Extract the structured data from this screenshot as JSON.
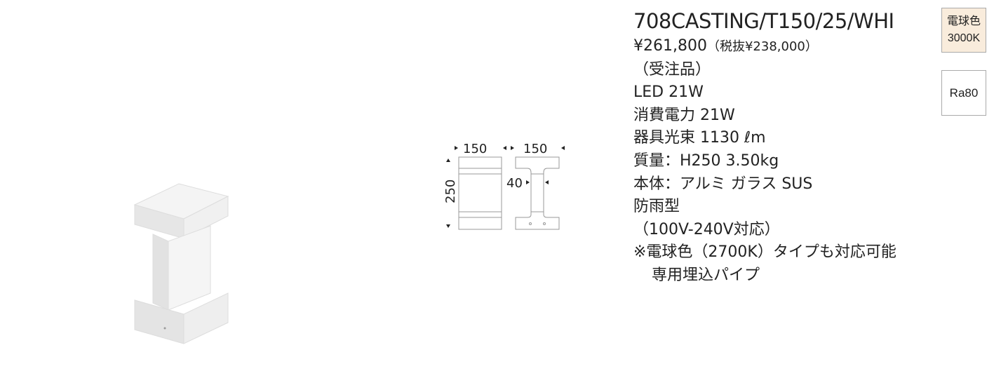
{
  "product": {
    "model": "708CASTING/T150/25/WHI",
    "price": "¥261,800",
    "price_excl": "（税抜¥238,000）",
    "order_note": "（受注品）",
    "specs": [
      "LED 21W",
      "消費電力 21W",
      "器具光束 1130 ℓm",
      "質量：H250 3.50kg",
      "本体：アルミ ガラス SUS",
      "防雨型",
      "（100V-240V対応）",
      "※電球色（2700K）タイプも対応可能"
    ],
    "extra": "専用埋込パイプ"
  },
  "badges": {
    "color_temp_name": "電球色",
    "color_temp_value": "3000K",
    "cri": "Ra80",
    "color_temp_bg": "#f9ecdc"
  },
  "dimensions": {
    "front_width": "150",
    "side_width": "150",
    "height": "250",
    "neck": "40"
  }
}
